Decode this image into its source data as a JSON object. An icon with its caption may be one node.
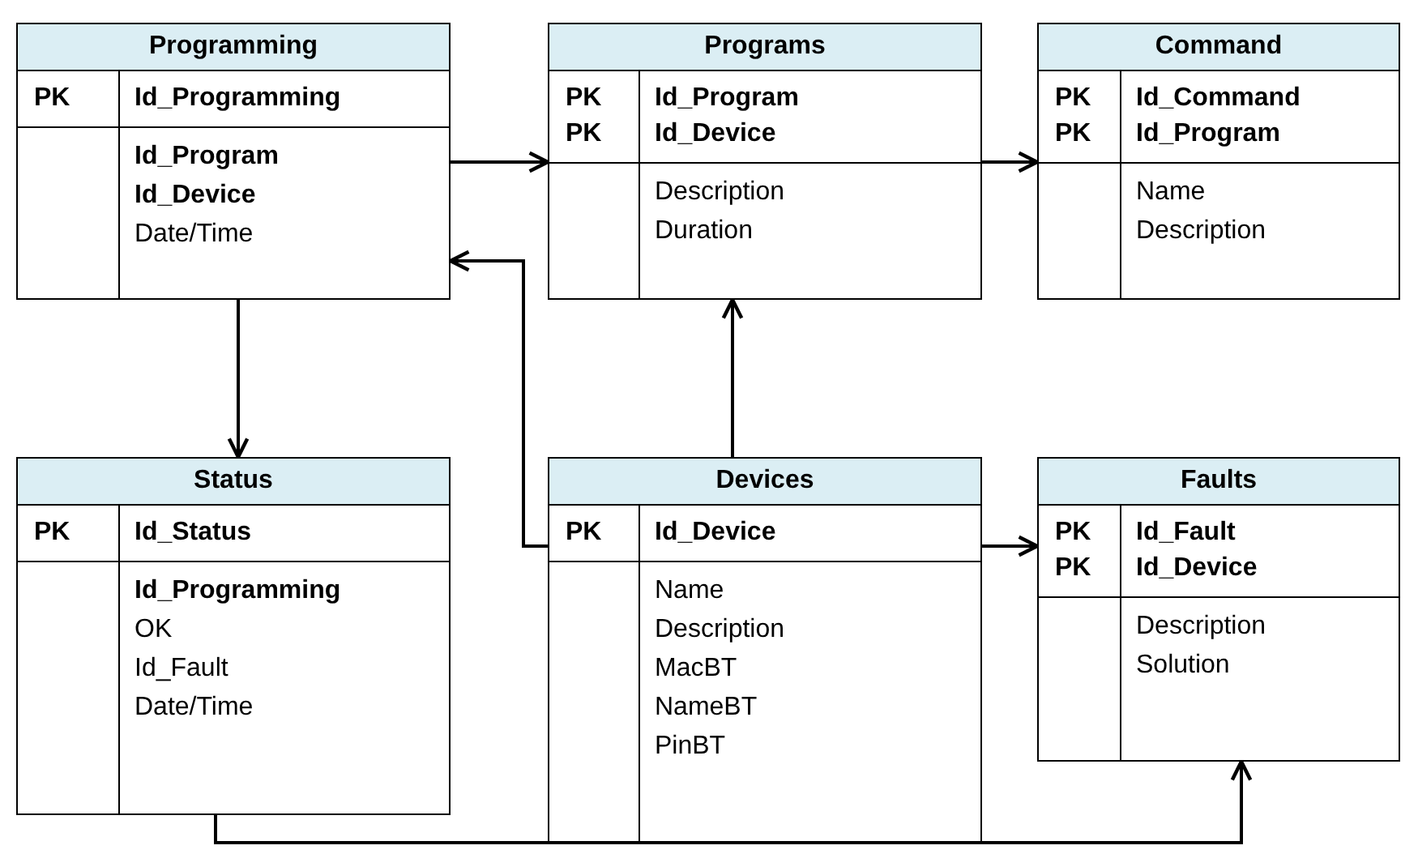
{
  "diagram": {
    "nodes": [
      {
        "text": [
          "Programming"
        ]
      },
      {
        "text": [
          "PK",
          "Id_Programming"
        ],
        "in": 0
      },
      {
        "text": [
          "**Id_Program**",
          "**Id_Device**",
          "Date/Time"
        ],
        "in": 0
      },
      {
        "text": [
          "Programs"
        ]
      },
      {
        "text": [
          "PK",
          "Id_Program",
          "PK",
          "Id_Device"
        ],
        "in": 3
      },
      {
        "text": [
          "Description",
          "Duration"
        ],
        "in": 3
      },
      {
        "text": [
          "Command"
        ]
      },
      {
        "text": [
          "PK",
          "Id_Command",
          "PK",
          "Id_Program"
        ],
        "in": 6
      },
      {
        "text": [
          "Name",
          "Description"
        ],
        "in": 6
      },
      {
        "text": [
          "Status"
        ]
      },
      {
        "text": [
          "PK",
          "Id_Status"
        ],
        "in": 9
      },
      {
        "text": [
          "**Id_Programming**",
          "OK",
          "Id_Fault",
          "Date/Time"
        ],
        "in": 9
      },
      {
        "text": [
          "Devices"
        ]
      },
      {
        "text": [
          "PK",
          "Id_Device"
        ],
        "in": 12
      },
      {
        "text": [
          "Name",
          "Description",
          "MacBT",
          "NameBT",
          "PinBT"
        ],
        "in": 12
      },
      {
        "text": [
          "Faults"
        ]
      },
      {
        "text": [
          "PK",
          "Id_Fault",
          "PK",
          "Id_Device"
        ],
        "in": 15
      },
      {
        "text": [
          "Description",
          "Solution"
        ],
        "in": 15
      }
    ],
    "edges": [
      {
        "from": 0,
        "to": 3,
        "arrow": "to"
      },
      {
        "from": 3,
        "to": 6,
        "arrow": "to"
      },
      {
        "from": 12,
        "to": 3,
        "arrow": "to"
      },
      {
        "from": 12,
        "to": 0,
        "arrow": "to"
      },
      {
        "from": 0,
        "to": 9,
        "arrow": "to"
      },
      {
        "from": 12,
        "to": 15,
        "arrow": "to"
      },
      {
        "from": 9,
        "to": 15,
        "arrow": "to"
      }
    ]
  }
}
